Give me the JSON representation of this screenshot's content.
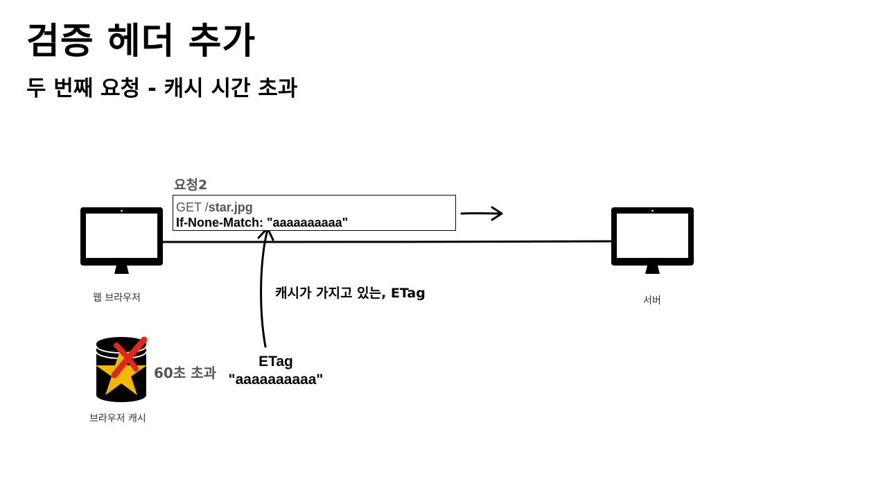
{
  "title": "검증 헤더 추가",
  "subtitle": "두 번째 요청 - 캐시 시간 초과",
  "request": {
    "label": "요청2",
    "method_prefix": "GET /",
    "path": "star.jpg",
    "header_line": "If-None-Match: \"aaaaaaaaaa\""
  },
  "client": {
    "label": "웹 브라우저",
    "icon": "monitor-icon"
  },
  "server": {
    "label": "서버",
    "icon": "monitor-icon"
  },
  "cache": {
    "label": "브라우저 캐시",
    "status": "60초 초과",
    "icon": "database-icon",
    "content_icon": "star-icon",
    "marker_icon": "x-mark-icon",
    "colors": {
      "star": "#f5b800",
      "x_mark": "#e0271b"
    }
  },
  "annotation": "캐시가 가지고 있는, ETag",
  "etag": {
    "label": "ETag",
    "value": "\"aaaaaaaaaa\""
  }
}
